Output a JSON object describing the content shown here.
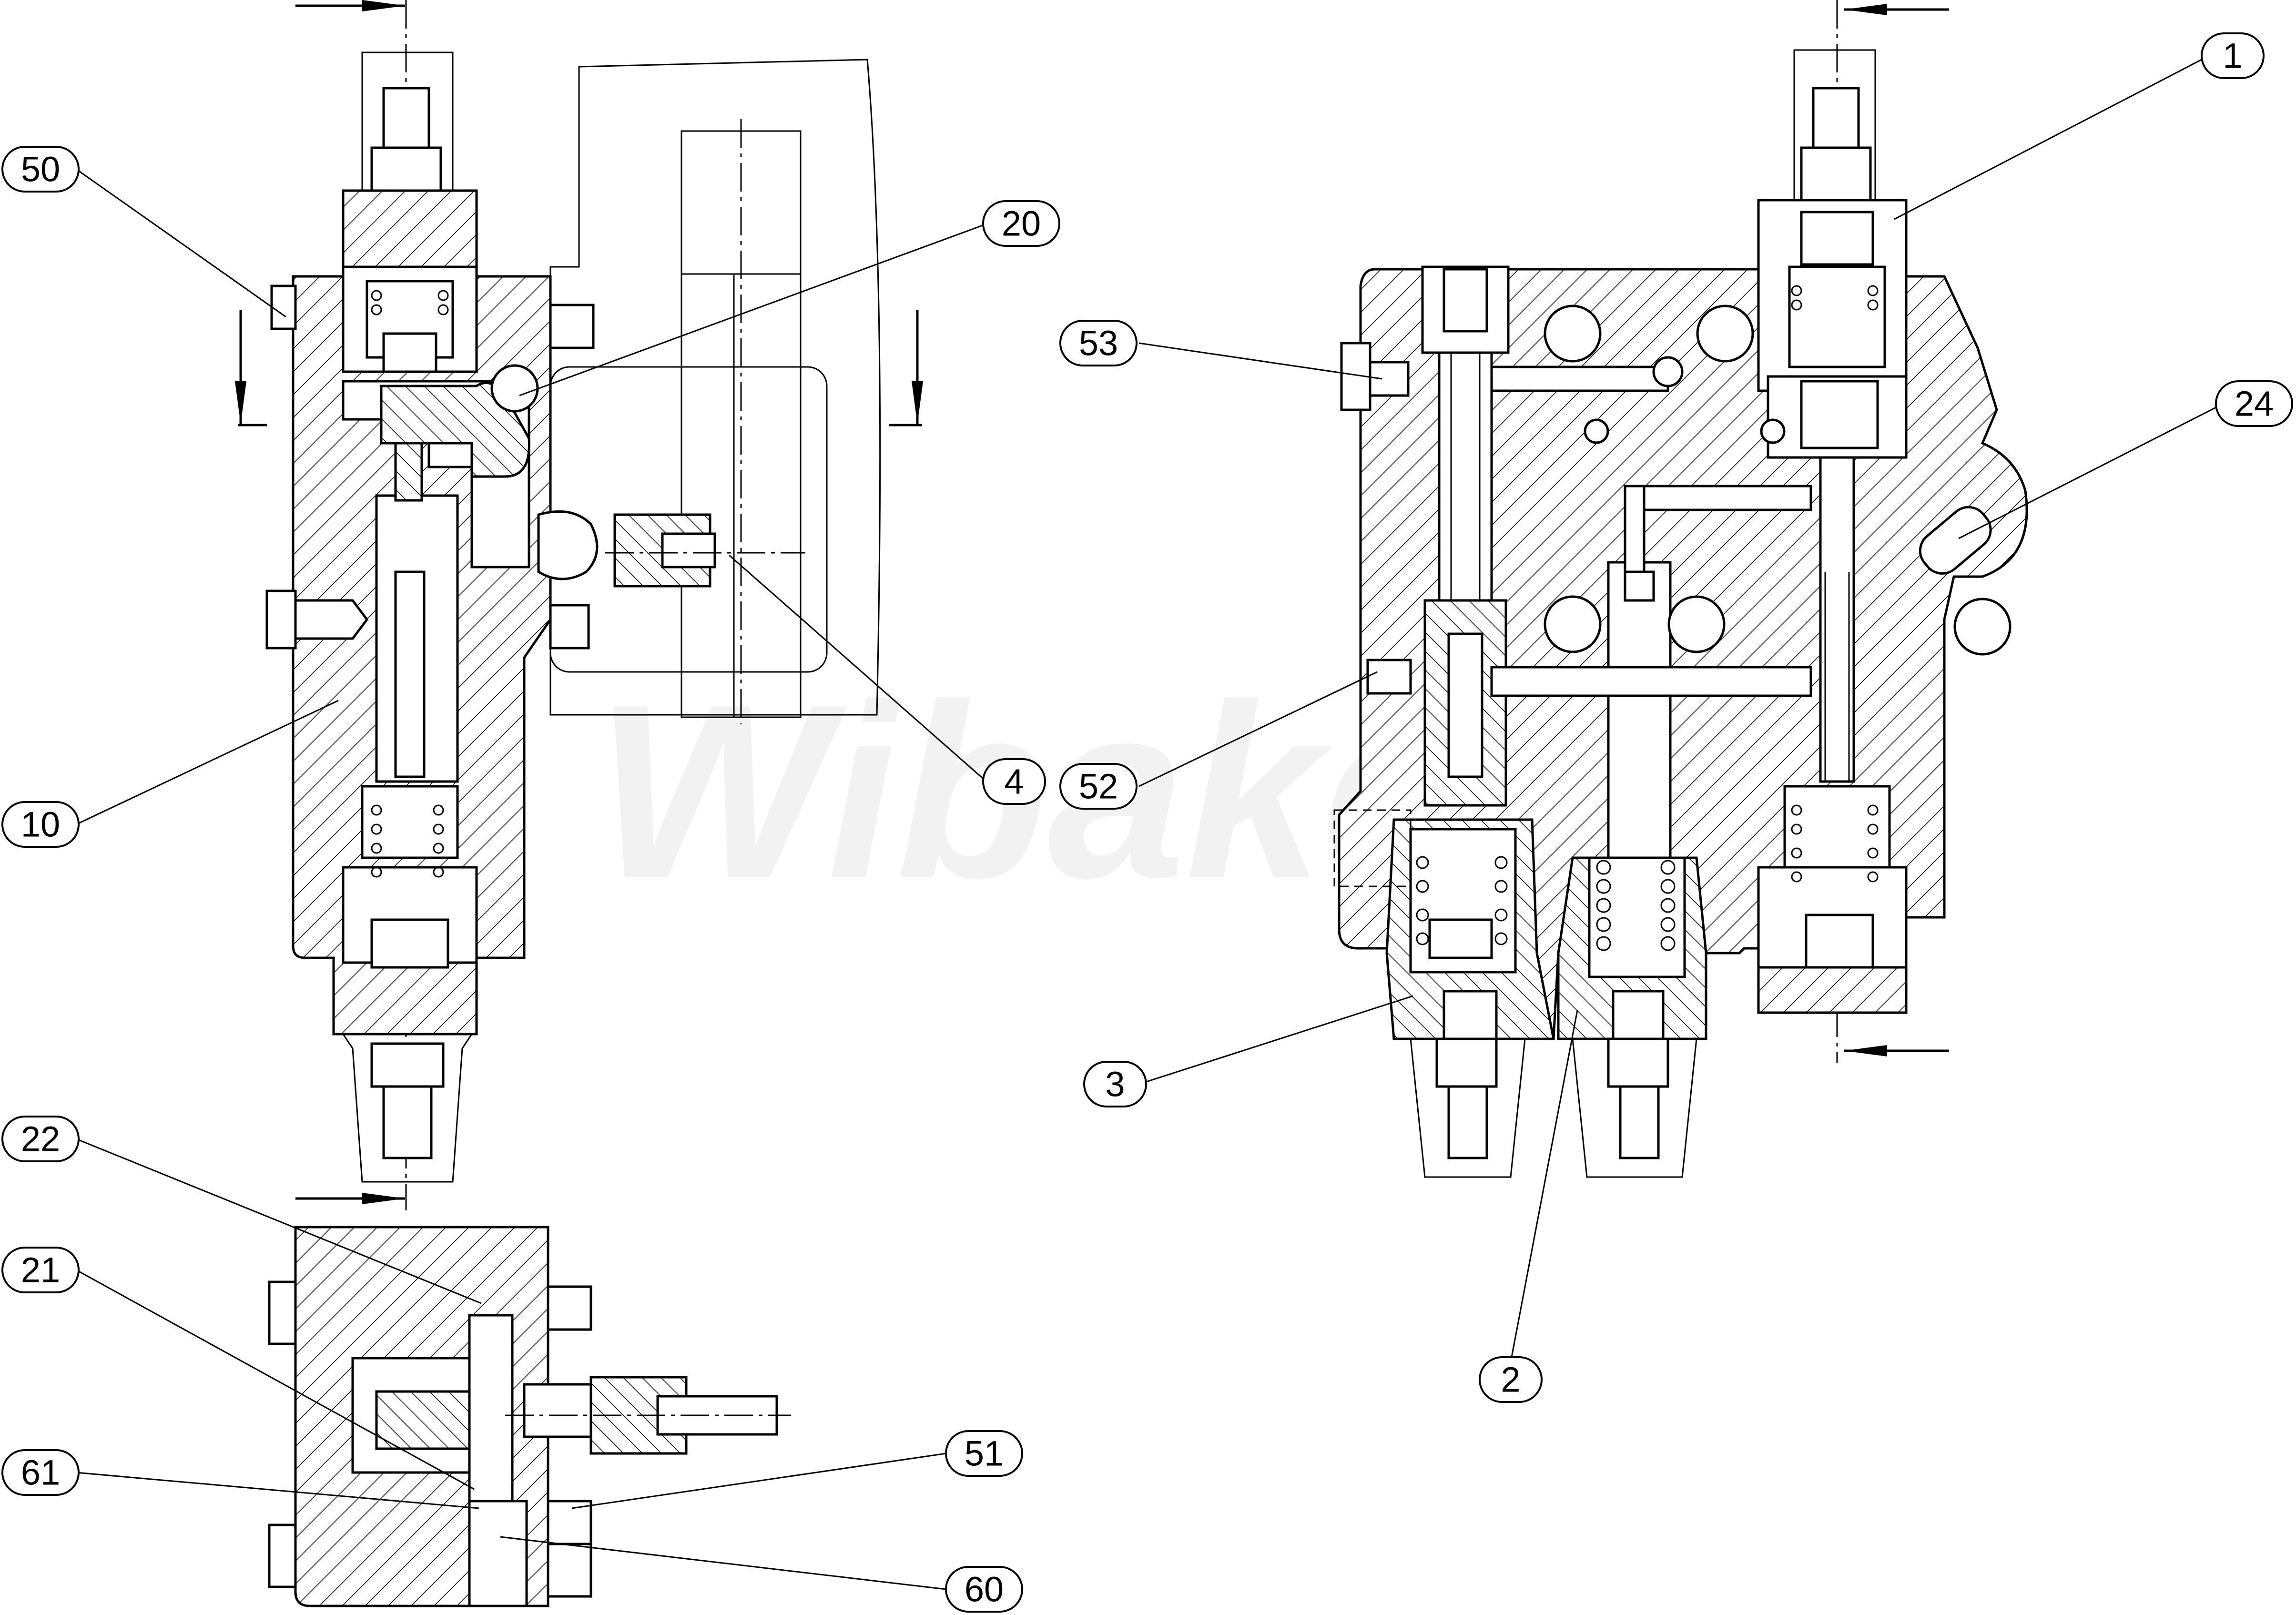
{
  "watermark": "Wibake",
  "callouts": [
    {
      "id": "50",
      "label": "50"
    },
    {
      "id": "20",
      "label": "20"
    },
    {
      "id": "10",
      "label": "10"
    },
    {
      "id": "4",
      "label": "4"
    },
    {
      "id": "22",
      "label": "22"
    },
    {
      "id": "21",
      "label": "21"
    },
    {
      "id": "61",
      "label": "61"
    },
    {
      "id": "51",
      "label": "51"
    },
    {
      "id": "60",
      "label": "60"
    },
    {
      "id": "1",
      "label": "1"
    },
    {
      "id": "53",
      "label": "53"
    },
    {
      "id": "24",
      "label": "24"
    },
    {
      "id": "52",
      "label": "52"
    },
    {
      "id": "3",
      "label": "3"
    },
    {
      "id": "2",
      "label": "2"
    }
  ]
}
